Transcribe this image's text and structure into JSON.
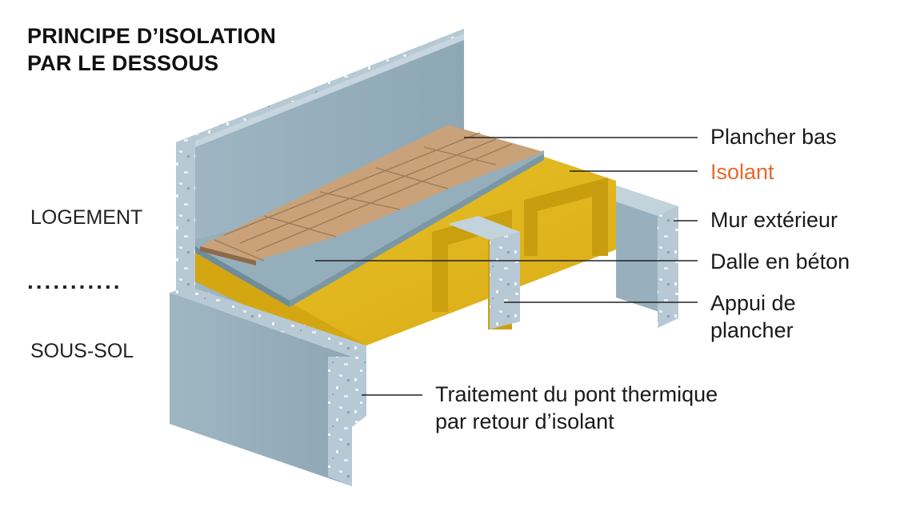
{
  "title": {
    "line1": "PRINCIPE D’ISOLATION",
    "line2": "PAR LE DESSOUS"
  },
  "zones": {
    "upper": "LOGEMENT",
    "separator": "...........",
    "lower": "SOUS-SOL"
  },
  "callouts": {
    "plancher_bas": "Plancher bas",
    "isolant": "Isolant",
    "mur_exterieur": "Mur extérieur",
    "dalle_beton": "Dalle en béton",
    "appui_line1": "Appui de",
    "appui_line2": "plancher",
    "traitement_line1": "Traitement du pont thermique",
    "traitement_line2": "par retour d’isolant"
  },
  "colors": {
    "accent": "#e46a2a",
    "concrete": "#a9bfcc",
    "insulation": "#e0b820",
    "wood": "#b98e63"
  }
}
